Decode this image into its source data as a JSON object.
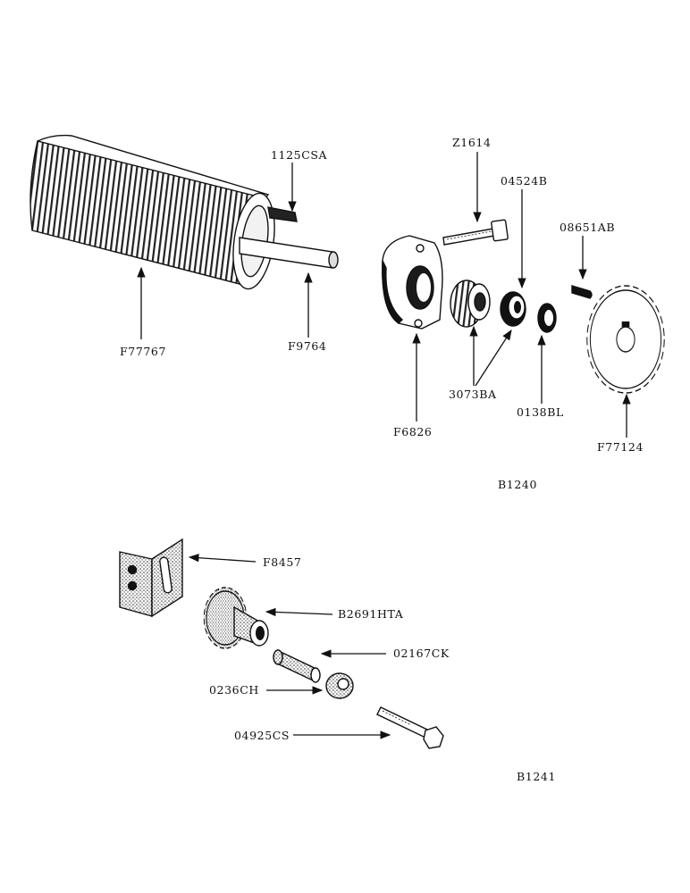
{
  "figure_1": {
    "id": "B1240",
    "labels": {
      "c1125csa": "1125CSA",
      "f77767": "F77767",
      "f9764": "F9764",
      "z1614": "Z1614",
      "b04524b": "04524B",
      "a08651ab": "08651AB",
      "f6826": "F6826",
      "b3073ba": "3073BA",
      "b0138bl": "0138BL",
      "f77124": "F77124"
    }
  },
  "figure_2": {
    "id": "B1241",
    "labels": {
      "f8457": "F8457",
      "b2691hta": "B2691HTA",
      "c02167ck": "02167CK",
      "c0236ch": "0236CH",
      "c04925cs": "04925CS"
    }
  }
}
